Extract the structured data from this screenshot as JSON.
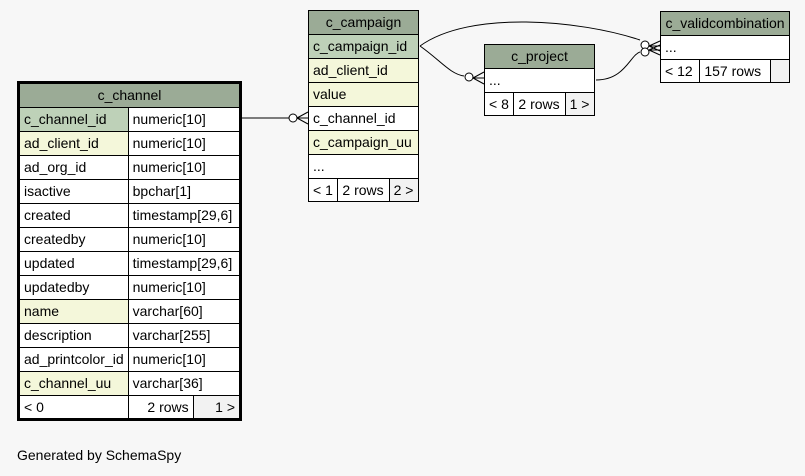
{
  "tables": {
    "c_channel": {
      "name": "c_channel",
      "columns": [
        {
          "name": "c_channel_id",
          "type": "numeric[10]"
        },
        {
          "name": "ad_client_id",
          "type": "numeric[10]"
        },
        {
          "name": "ad_org_id",
          "type": "numeric[10]"
        },
        {
          "name": "isactive",
          "type": "bpchar[1]"
        },
        {
          "name": "created",
          "type": "timestamp[29,6]"
        },
        {
          "name": "createdby",
          "type": "numeric[10]"
        },
        {
          "name": "updated",
          "type": "timestamp[29,6]"
        },
        {
          "name": "updatedby",
          "type": "numeric[10]"
        },
        {
          "name": "name",
          "type": "varchar[60]"
        },
        {
          "name": "description",
          "type": "varchar[255]"
        },
        {
          "name": "ad_printcolor_id",
          "type": "numeric[10]"
        },
        {
          "name": "c_channel_uu",
          "type": "varchar[36]"
        }
      ],
      "footer": {
        "parents": "< 0",
        "rows": "2 rows",
        "children": "1 >"
      }
    },
    "c_campaign": {
      "name": "c_campaign",
      "columns": [
        "c_campaign_id",
        "ad_client_id",
        "value",
        "c_channel_id",
        "c_campaign_uu",
        "..."
      ],
      "footer": {
        "parents": "< 1",
        "rows": "2 rows",
        "children": "2 >"
      }
    },
    "c_project": {
      "name": "c_project",
      "columns": [
        "..."
      ],
      "footer": {
        "parents": "< 8",
        "rows": "2 rows",
        "children": "1 >"
      }
    },
    "c_validcombination": {
      "name": "c_validcombination",
      "columns": [
        "..."
      ],
      "footer": {
        "parents": "< 12",
        "rows": "157 rows",
        "children": ""
      }
    }
  },
  "colors": {
    "header": "#9bab96",
    "primary_key": "#bed1b8",
    "indexed": "#f4f7da",
    "background": "#f7f7f7"
  },
  "footer_text": "Generated by SchemaSpy"
}
